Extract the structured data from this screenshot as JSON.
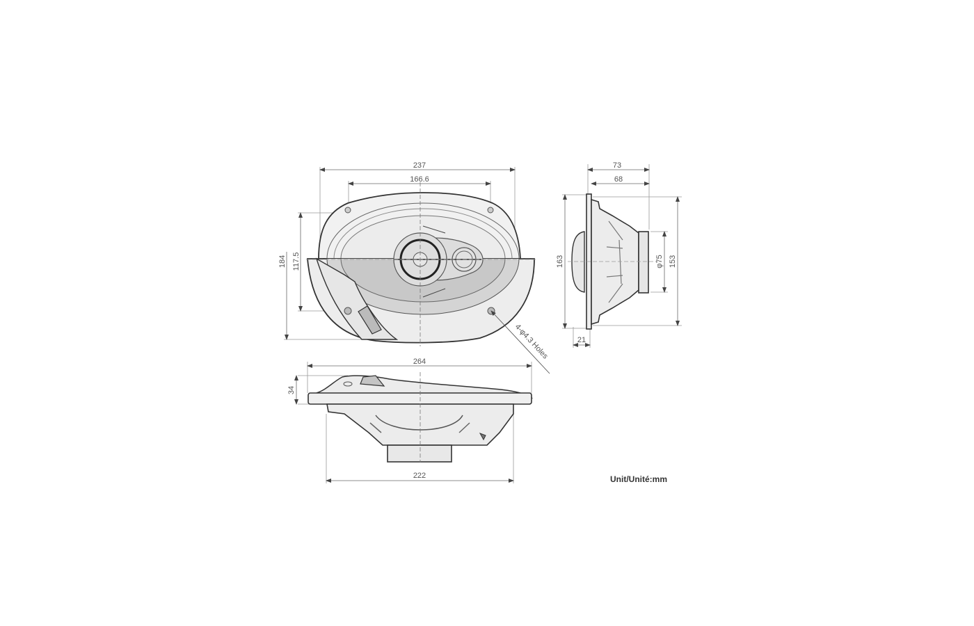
{
  "drawing": {
    "subject": "Oval 6x9 coaxial speaker dimension drawing",
    "unit_label": "Unit/Unité:mm",
    "front_view": {
      "overall_width": "237",
      "hole_spacing_width": "166.6",
      "overall_height": "184",
      "hole_spacing_height": "117.5",
      "holes_label": "4-φ4.3 Holes"
    },
    "side_view": {
      "overall_depth": "73",
      "mounting_depth": "68",
      "overall_height_left": "163",
      "overall_height_right": "153",
      "magnet_diameter": "φ75",
      "tweeter_protrusion": "21"
    },
    "bottom_view": {
      "overall_width": "264",
      "frame_width": "222",
      "height_above_mount": "34"
    },
    "colors": {
      "line": "#333333",
      "dim_line": "#777777",
      "fill_light": "#ececec",
      "fill_shade": "#cfcfcf"
    }
  }
}
